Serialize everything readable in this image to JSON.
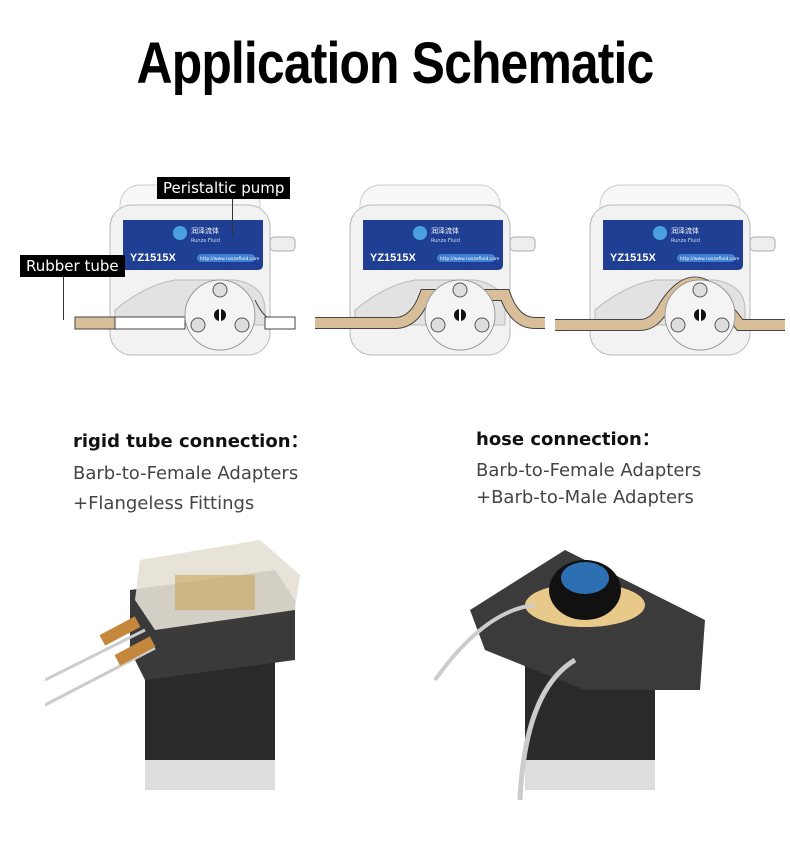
{
  "title": "Application Schematic",
  "callouts": {
    "pump": "Peristaltic pump",
    "tube": "Rubber tube"
  },
  "pump_label": {
    "brand_cn": "润泽流体",
    "brand_en": "Runze Fluid",
    "model": "YZ1515X",
    "url": "http://www.runzefluid.com"
  },
  "left": {
    "heading": "rigid tube connection：",
    "line1": "Barb-to-Female Adapters",
    "line2": "+Flangeless Fittings"
  },
  "right": {
    "heading": "hose connection：",
    "line1": "Barb-to-Female Adapters",
    "line2": "+Barb-to-Male Adapters"
  },
  "colors": {
    "label_blue": "#1f3f94",
    "tube_tan": "#d8bf9a",
    "body": "#f2f2f2"
  }
}
